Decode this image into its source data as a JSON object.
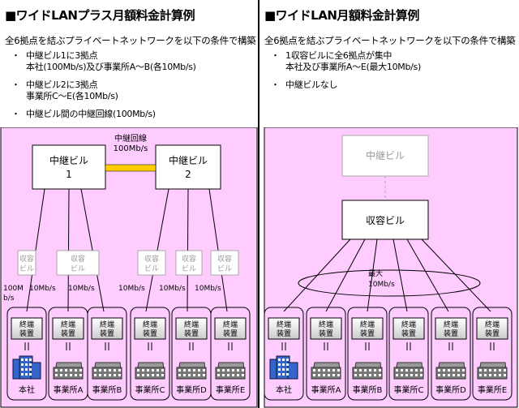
{
  "left": {
    "title": "■ワイドLANプラス月額料金計算例",
    "intro": "全6拠点を結ぶプライベートネットワークを以下の条件で構築",
    "conditions": [
      "中継ビル1に3拠点\n本社(100Mb/s)及び事業所A～B(各10Mb/s)",
      "中継ビル2に3拠点\n事業所C～E(各10Mb/s)",
      "中継ビル間の中継回線(100Mb/s)"
    ],
    "relay1": [
      "中継ビル",
      "1"
    ],
    "relay2": [
      "中継ビル",
      "2"
    ],
    "trunk_label": [
      "中継回線",
      "100Mb/s"
    ],
    "housing_label": [
      "収容",
      "ビル"
    ],
    "speeds": [
      "100M",
      "b/s",
      "10Mb/s",
      "10Mb/s",
      "10Mb/s",
      "10Mb/s",
      "10Mb/s"
    ],
    "terminal_label": [
      "終端",
      "装置"
    ],
    "sites": [
      "本社",
      "事業所A",
      "事業所B",
      "事業所C",
      "事業所D",
      "事業所E"
    ]
  },
  "right": {
    "title": "■ワイドLAN月額料金計算例",
    "intro": "全6拠点を結ぶプライベートネットワークを以下の条件で構築",
    "conditions": [
      "1収容ビルに全6拠点が集中\n本社及び事業所A～E(最大10Mb/s)",
      "中継ビルなし"
    ],
    "relay_label": "中継ビル",
    "housing_label": "収容ビル",
    "max_label": [
      "最大",
      "10Mb/s"
    ],
    "terminal_label": [
      "終端",
      "装置"
    ],
    "sites": [
      "本社",
      "事業所A",
      "事業所B",
      "事業所C",
      "事業所D",
      "事業所E"
    ]
  },
  "colors": {
    "panel_bg": "#ffccff",
    "trunk": "#ffcc00",
    "faded_border": "#aaaaaa",
    "faded_text": "#999999",
    "building_blue": "#3366cc",
    "building_gray": "#777777"
  }
}
